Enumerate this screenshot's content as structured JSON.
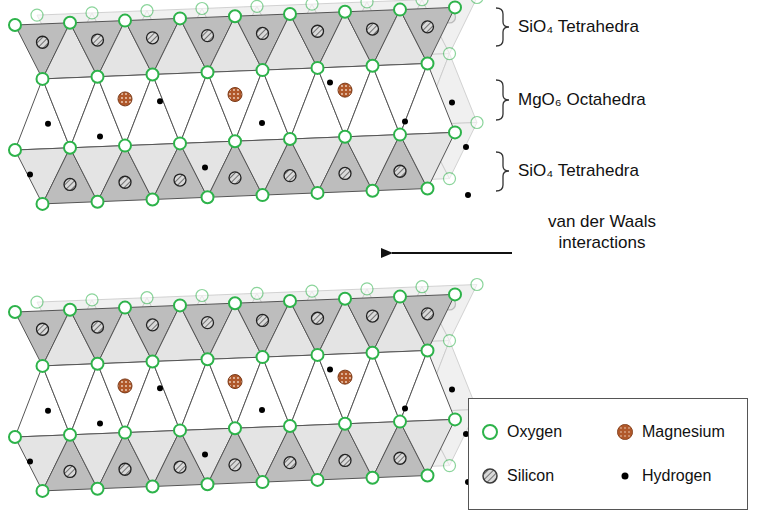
{
  "diagram": {
    "labels": [
      "SiO₄ Tetrahedra",
      "MgO₆ Octahedra",
      "SiO₄ Tetrahedra",
      "van der Waals interactions"
    ],
    "legend": [
      {
        "text": "Oxygen",
        "color": "#2db34a"
      },
      {
        "text": "Magnesium",
        "color": "#b0582a"
      },
      {
        "text": "Silicon",
        "color": "#3a3a3a"
      },
      {
        "text": "Hydrogen",
        "color": "#000000"
      }
    ]
  }
}
